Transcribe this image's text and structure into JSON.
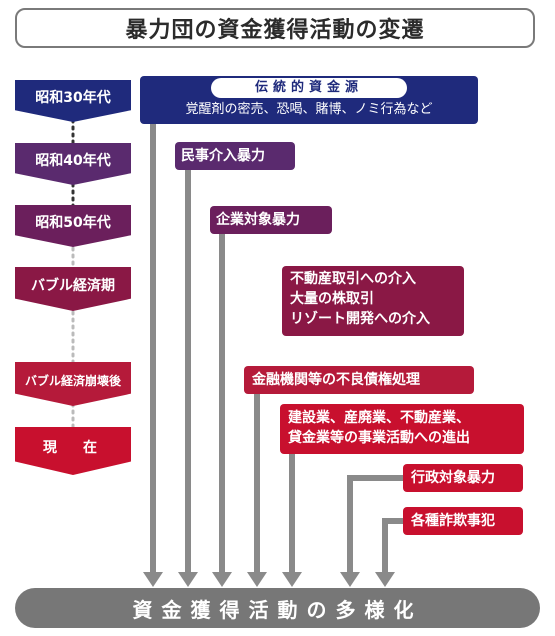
{
  "title": "暴力団の資金獲得活動の変遷",
  "eras": [
    "昭和30年代",
    "昭和40年代",
    "昭和50年代",
    "バブル経済期",
    "バブル経済崩壊後",
    "現　在"
  ],
  "traditional": {
    "heading": "伝統的資金源",
    "body": "覚醒剤の密売、恐喝、賭博、ノミ行為など"
  },
  "activities": {
    "civil": "民事介入暴力",
    "corporate": "企業対象暴力",
    "bubble": [
      "不動産取引への介入",
      "大量の株取引",
      "リゾート開発への介入"
    ],
    "financial": "金融機関等の不良債権処理",
    "business": [
      "建設業、産廃業、不動産業、",
      "貸金業等の事業活動への進出"
    ],
    "admin": "行政対象暴力",
    "fraud": "各種詐欺事犯"
  },
  "result": "資金獲得活動の多様化",
  "colors": {
    "navy": "#1f2a7c",
    "purple": "#6b1f5c",
    "red": "#c8102e",
    "gray": "#777777"
  }
}
